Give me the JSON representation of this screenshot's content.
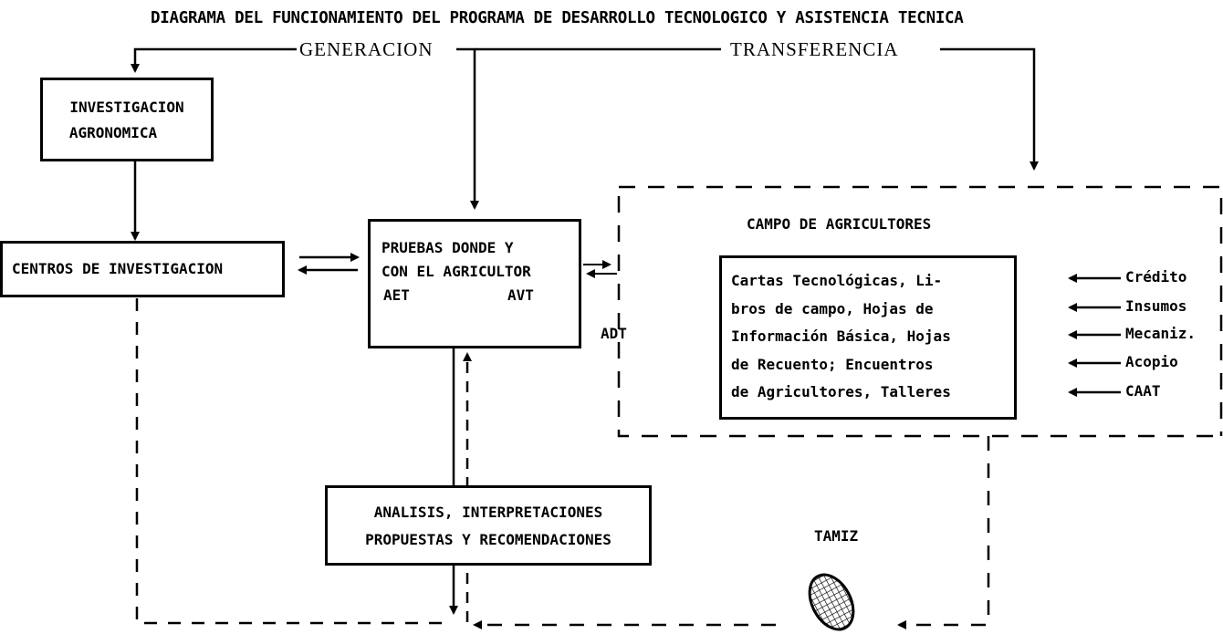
{
  "title": "DIAGRAMA DEL FUNCIONAMIENTO DEL PROGRAMA DE DESARROLLO TECNOLOGICO Y ASISTENCIA TECNICA",
  "generacion": "GENERACION",
  "transferencia": "TRANSFERENCIA",
  "investigacion": [
    "INVESTIGACION",
    "AGRONOMICA"
  ],
  "centros": "CENTROS DE INVESTIGACION",
  "pruebas": [
    "PRUEBAS DONDE Y",
    "CON EL AGRICULTOR"
  ],
  "aet": "AET",
  "avt": "AVT",
  "adt": "ADT",
  "campo": "CAMPO DE AGRICULTORES",
  "cartas": [
    "Cartas Tecnológicas, Li-",
    "bros de campo, Hojas de",
    "Información Básica, Hojas",
    "de Recuento; Encuentros",
    "de Agricultores, Talleres"
  ],
  "inputs": [
    "Crédito",
    "Insumos",
    "Mecaniz.",
    "Acopio",
    "CAAT"
  ],
  "analisis": [
    "ANALISIS, INTERPRETACIONES",
    "PROPUESTAS Y RECOMENDACIONES"
  ],
  "tamiz": "TAMIZ"
}
